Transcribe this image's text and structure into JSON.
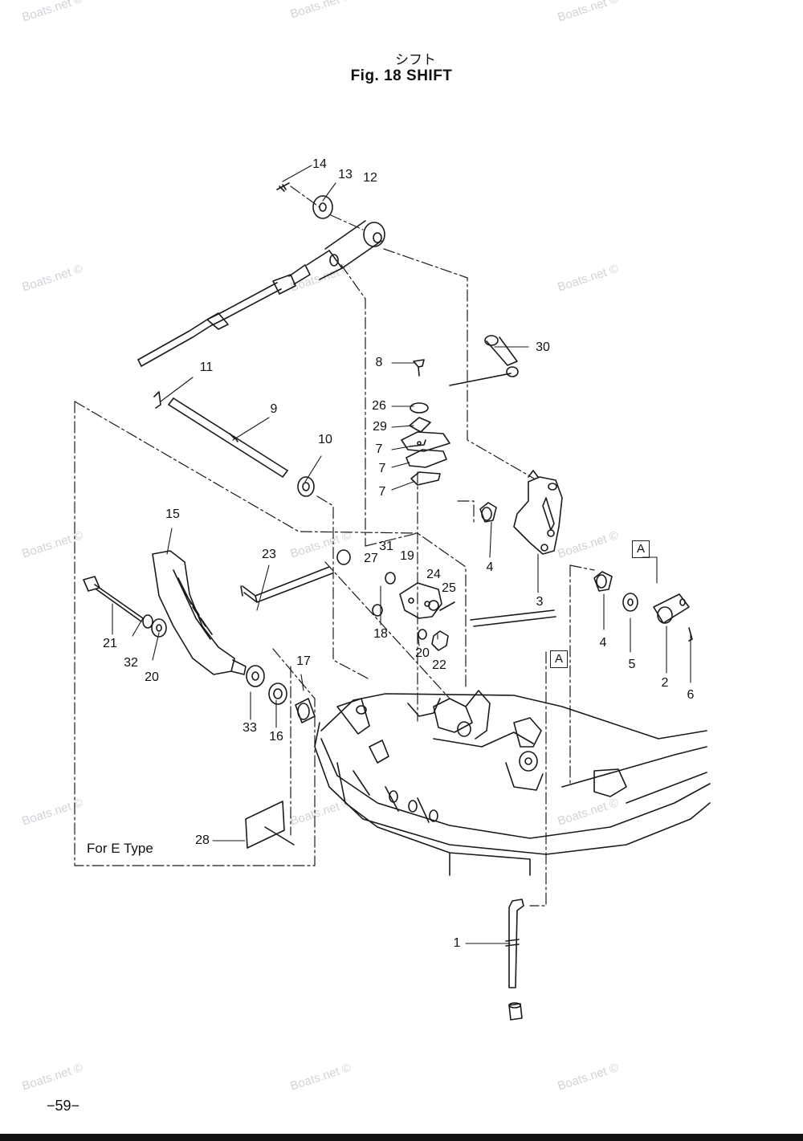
{
  "title_jp": "シフト",
  "title": "Fig. 18   SHIFT",
  "page_number": "−59−",
  "note": "For  E Type",
  "reference_marker": "A",
  "watermark": "Boats.net ©",
  "part_labels": {
    "p1": "1",
    "p2": "2",
    "p3": "3",
    "p4a": "4",
    "p4b": "4",
    "p5": "5",
    "p6": "6",
    "p7a": "7",
    "p7b": "7",
    "p7c": "7",
    "p8": "8",
    "p9": "9",
    "p10": "10",
    "p11": "11",
    "p12": "12",
    "p13": "13",
    "p14": "14",
    "p15": "15",
    "p16": "16",
    "p17": "17",
    "p18": "18",
    "p19": "19",
    "p20a": "20",
    "p20b": "20",
    "p21": "21",
    "p22": "22",
    "p23": "23",
    "p24": "24",
    "p25": "25",
    "p26": "26",
    "p27": "27",
    "p28": "28",
    "p29": "29",
    "p30": "30",
    "p31": "31",
    "p32": "32",
    "p33": "33"
  },
  "colors": {
    "line": "#1a1a1a",
    "watermark": "#cfd3d8",
    "background": "#ffffff"
  }
}
